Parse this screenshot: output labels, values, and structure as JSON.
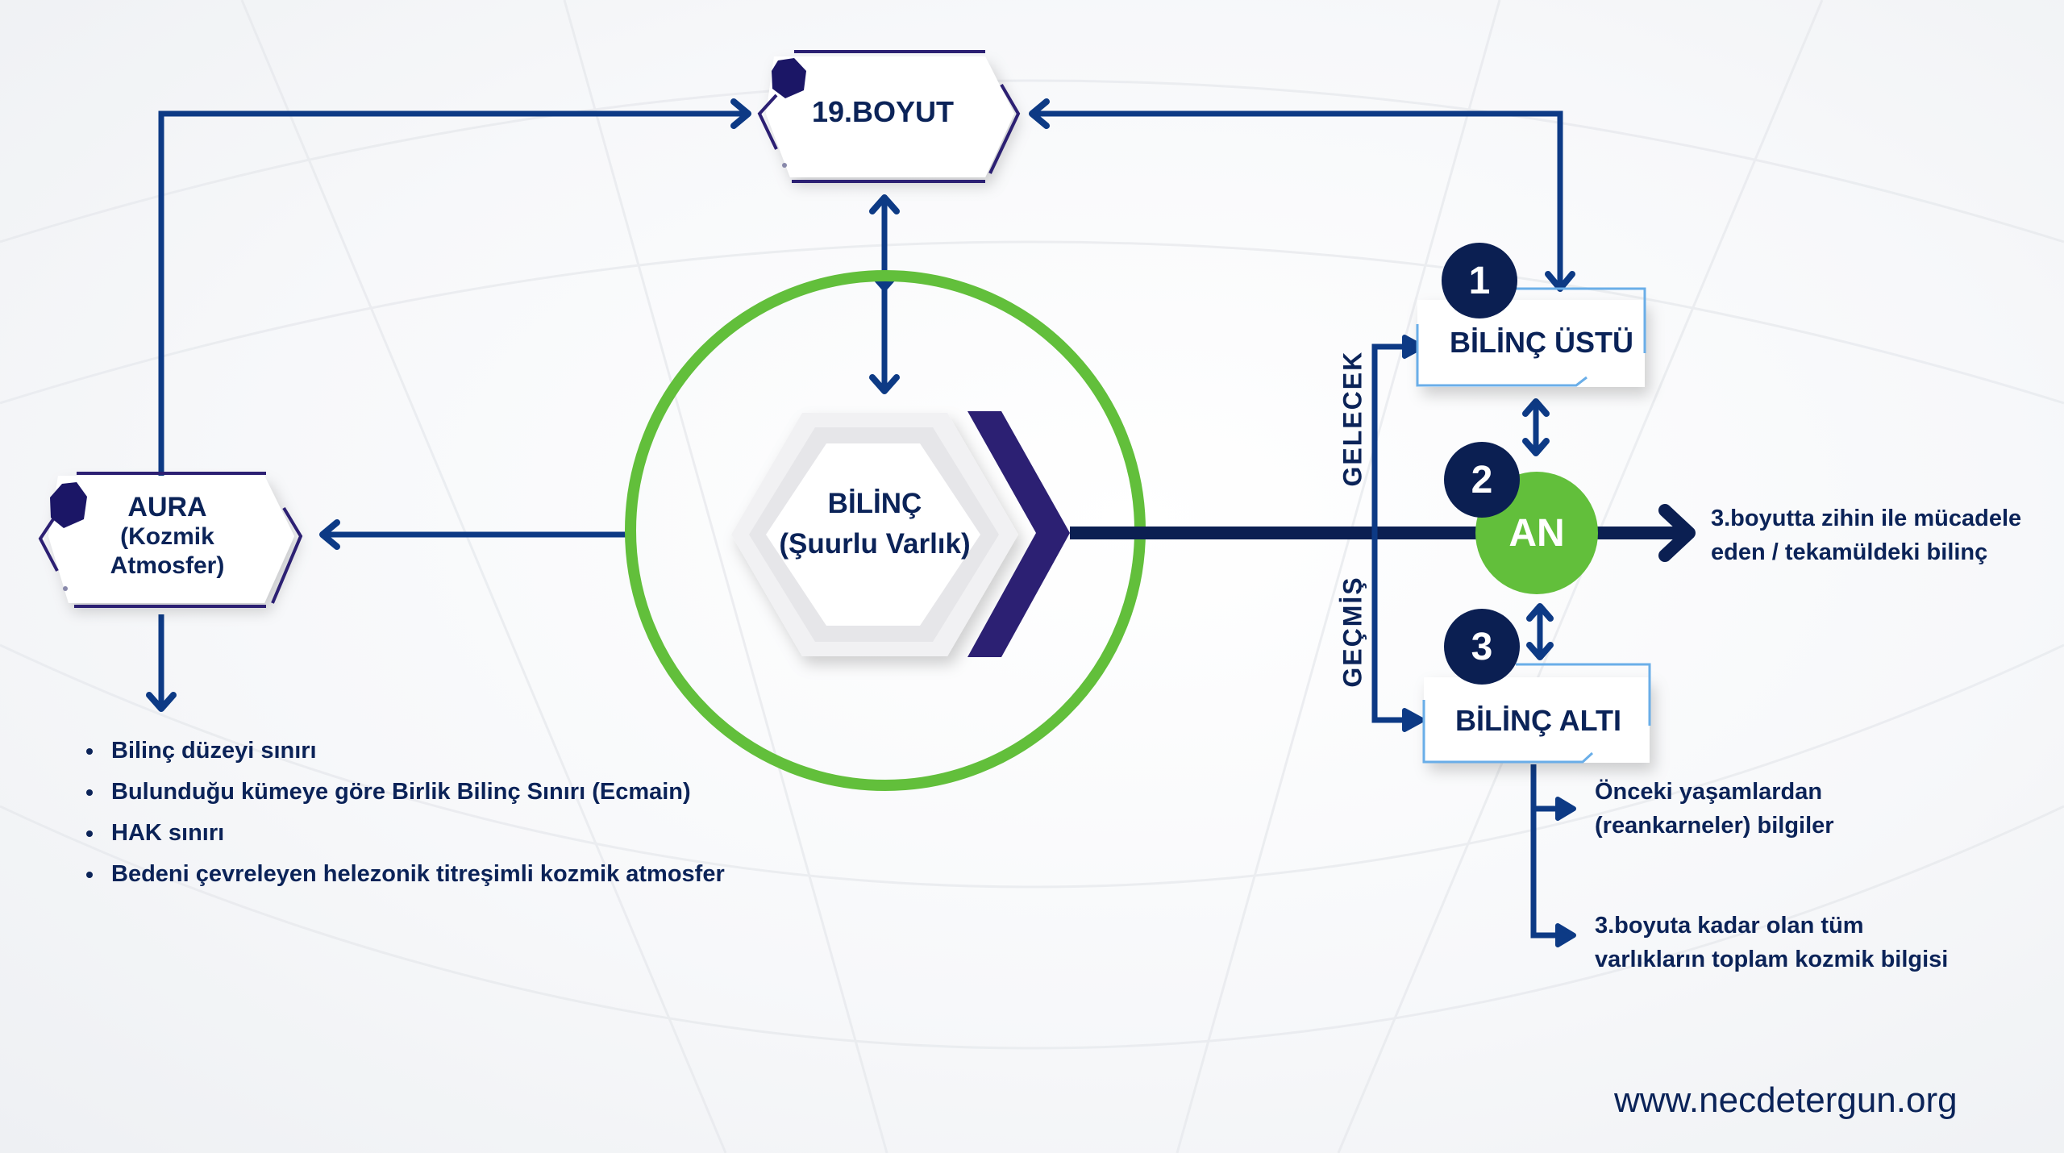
{
  "colors": {
    "navy": "#0b2358",
    "dark_navy": "#0b1f52",
    "connector_blue": "#0d3a85",
    "indigo": "#2c2073",
    "green": "#62bf3b",
    "box_border_light": "#6aaee8"
  },
  "nodes": {
    "boyut19": {
      "label": "19.BOYUT"
    },
    "aura": {
      "title": "AURA",
      "subtitle_line1": "(Kozmik",
      "subtitle_line2": "Atmosfer)"
    },
    "bilinc": {
      "title": "BİLİNÇ",
      "subtitle": "(Şuurlu Varlık)"
    },
    "bilinc_ustu": {
      "number": "1",
      "label": "BİLİNÇ ÜSTÜ"
    },
    "an": {
      "number": "2",
      "label": "AN"
    },
    "bilinc_alti": {
      "number": "3",
      "label": "BİLİNÇ ALTI"
    }
  },
  "axis_labels": {
    "future": "GELECEK",
    "past": "GEÇMİŞ"
  },
  "an_note": {
    "line1": "3.boyutta zihin ile mücadele",
    "line2": "eden / tekamüldeki bilinç"
  },
  "aura_bullets": [
    "Bilinç düzeyi sınırı",
    "Bulunduğu kümeye göre Birlik Bilinç Sınırı (Ecmain)",
    "HAK sınırı",
    "Bedeni çevreleyen helezonik titreşimli kozmik atmosfer"
  ],
  "subconscious_notes": [
    {
      "line1": "Önceki yaşamlardan",
      "line2": "(reankarneler) bilgiler"
    },
    {
      "line1": "3.boyuta kadar olan tüm",
      "line2": "varlıkların toplam kozmik bilgisi"
    }
  ],
  "footer": {
    "website": "www.necdetergun.org"
  }
}
